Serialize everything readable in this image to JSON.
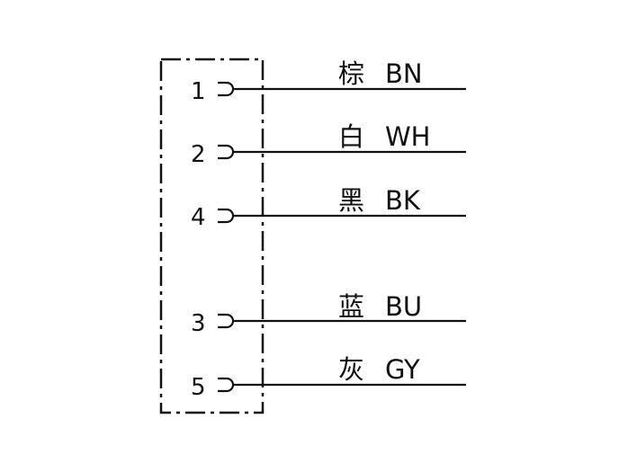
{
  "pins": [
    {
      "number": "1",
      "color_cn": "棕",
      "color_code": "BN"
    },
    {
      "number": "2",
      "color_cn": "白",
      "color_code": "WH"
    },
    {
      "number": "4",
      "color_cn": "黑",
      "color_code": "BK"
    },
    {
      "number": "3",
      "color_cn": "蓝",
      "color_code": "BU"
    },
    {
      "number": "5",
      "color_cn": "灰",
      "color_code": "GY"
    }
  ],
  "colors": {
    "line": "#111111",
    "background": "#ffffff"
  }
}
